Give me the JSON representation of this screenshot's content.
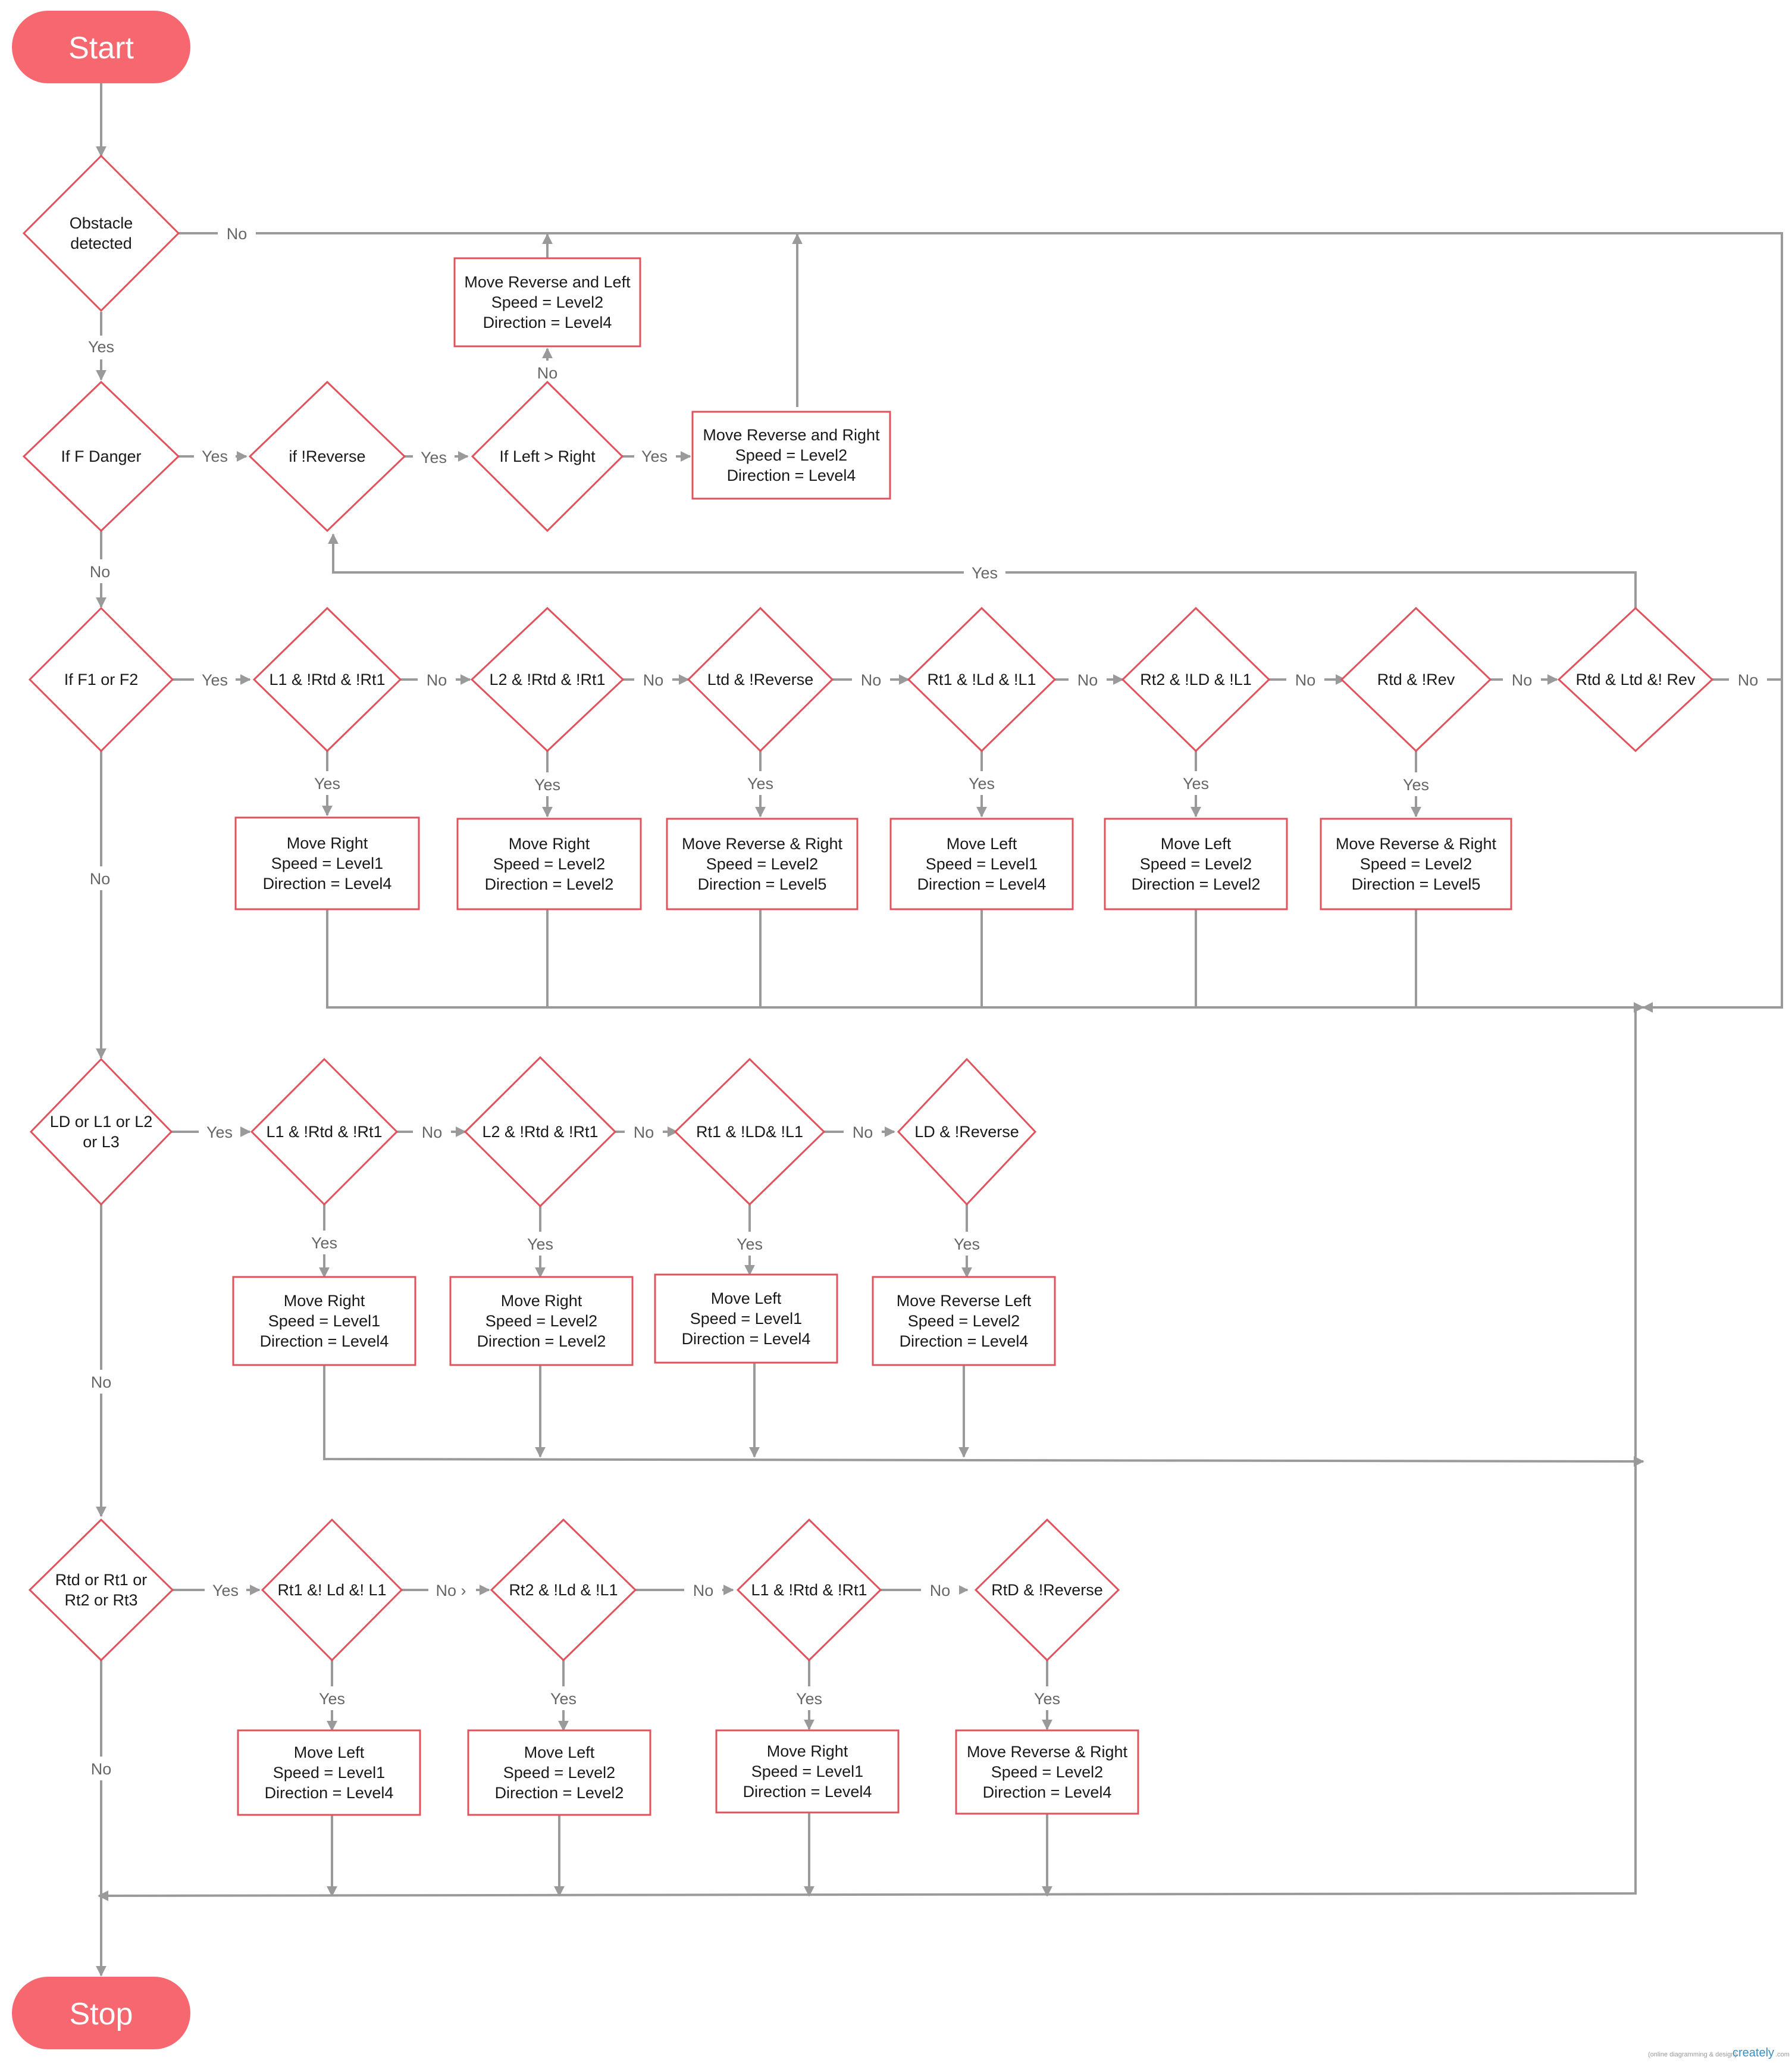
{
  "colors": {
    "terminal_fill": "#f7676f",
    "node_stroke": "#e0535d",
    "connector": "#9a9a9a",
    "label": "#666666"
  },
  "nodes": {
    "start": "Start",
    "stop": "Stop",
    "obstacle": [
      "Obstacle",
      "detected"
    ],
    "f_danger": [
      "If F Danger"
    ],
    "not_reverse": [
      "if !Reverse"
    ],
    "left_gt_right": [
      "If Left > Right"
    ],
    "box_rev_left": [
      "Move Reverse and Left",
      "Speed = Level2",
      "Direction = Level4"
    ],
    "box_rev_right": [
      "Move Reverse and Right",
      "Speed = Level2",
      "Direction = Level4"
    ],
    "f1_f2": [
      "If F1 or F2"
    ],
    "r2_d1": [
      "L1 & !Rtd & !Rt1"
    ],
    "r2_d2": [
      "L2 & !Rtd & !Rt1"
    ],
    "r2_d3": [
      "Ltd & !Reverse"
    ],
    "r2_d4": [
      "Rt1 & !Ld & !L1"
    ],
    "r2_d5": [
      "Rt2 & !LD & !L1"
    ],
    "r2_d6": [
      "Rtd & !Rev"
    ],
    "r2_d7": [
      "Rtd & Ltd &! Rev"
    ],
    "r2_b1": [
      "Move Right",
      "Speed = Level1",
      "Direction = Level4"
    ],
    "r2_b2": [
      "Move Right",
      "Speed = Level2",
      "Direction = Level2"
    ],
    "r2_b3": [
      "Move Reverse & Right",
      "Speed = Level2",
      "Direction = Level5"
    ],
    "r2_b4": [
      "Move Left",
      "Speed = Level1",
      "Direction = Level4"
    ],
    "r2_b5": [
      "Move Left",
      "Speed = Level2",
      "Direction = Level2"
    ],
    "r2_b6": [
      "Move Reverse & Right",
      "Speed = Level2",
      "Direction = Level5"
    ],
    "ld_l1_l2_l3": [
      "LD or L1 or L2",
      "or L3"
    ],
    "r3_d1": [
      "L1 & !Rtd & !Rt1"
    ],
    "r3_d2": [
      "L2 & !Rtd & !Rt1"
    ],
    "r3_d3": [
      "Rt1 & !LD& !L1"
    ],
    "r3_d4": [
      "LD & !Reverse"
    ],
    "r3_b1": [
      "Move Right",
      "Speed = Level1",
      "Direction = Level4"
    ],
    "r3_b2": [
      "Move Right",
      "Speed = Level2",
      "Direction = Level2"
    ],
    "r3_b3": [
      "Move Left",
      "Speed = Level1",
      "Direction = Level4"
    ],
    "r3_b4": [
      "Move Reverse Left",
      "Speed = Level2",
      "Direction = Level4"
    ],
    "rtd_rt": [
      "Rtd or Rt1 or",
      "Rt2 or Rt3"
    ],
    "r4_d1": [
      "Rt1 &! Ld &! L1"
    ],
    "r4_d2": [
      "Rt2 & !Ld & !L1"
    ],
    "r4_d3": [
      "L1 & !Rtd & !Rt1"
    ],
    "r4_d4": [
      "RtD & !Reverse"
    ],
    "r4_b1": [
      "Move Left",
      "Speed = Level1",
      "Direction = Level4"
    ],
    "r4_b2": [
      "Move Left",
      "Speed = Level2",
      "Direction = Level2"
    ],
    "r4_b3": [
      "Move Right",
      "Speed = Level1",
      "Direction = Level4"
    ],
    "r4_b4": [
      "Move Reverse & Right",
      "Speed = Level2",
      "Direction = Level4"
    ]
  },
  "labels": {
    "yes": "Yes",
    "no": "No",
    "no_partial": "No ›"
  },
  "watermark": {
    "tagline": "(online diagramming & design)",
    "brand": "creately",
    "suffix": ".com"
  }
}
